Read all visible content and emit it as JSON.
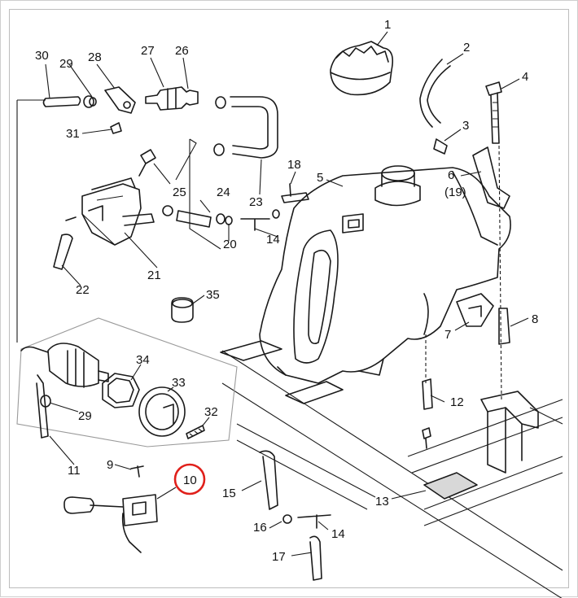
{
  "diagram": {
    "callouts": {
      "c1": "1",
      "c2": "2",
      "c3": "3",
      "c4": "4",
      "c5": "5",
      "c6": "6",
      "c6alt": "(19)",
      "c7": "7",
      "c8": "8",
      "c9": "9",
      "c10": "10",
      "c11": "11",
      "c12": "12",
      "c13": "13",
      "c14a": "14",
      "c14b": "14",
      "c15": "15",
      "c16": "16",
      "c17": "17",
      "c18": "18",
      "c20": "20",
      "c21": "21",
      "c22": "22",
      "c23": "23",
      "c24": "24",
      "c25": "25",
      "c26": "26",
      "c27": "27",
      "c28": "28",
      "c29a": "29",
      "c29b": "29",
      "c30": "30",
      "c31": "31",
      "c32": "32",
      "c33": "33",
      "c34": "34",
      "c35": "35"
    },
    "highlight_color": "#e0201b",
    "highlighted_callout": "10"
  }
}
